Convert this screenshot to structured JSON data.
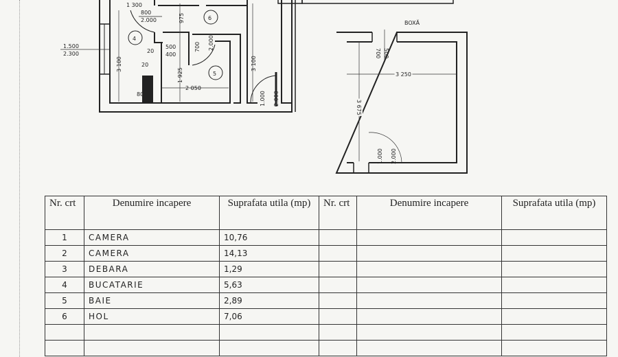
{
  "plan": {
    "dims": {
      "d1300": "1 300",
      "door_kitchen_w": "800",
      "door_kitchen_h": "2.000",
      "d975": "975",
      "window_w": "1.500",
      "window_h": "2.300",
      "d3100_left": "3 100",
      "d3100_right": "3 100",
      "vent_w": "500",
      "vent_h": "400",
      "d20a": "20",
      "d20b": "20",
      "d80": "80",
      "d1925": "1 925",
      "d2050": "2 050",
      "door_bath_w": "700",
      "door_bath_h": "2.000",
      "door_entry_w": "1.000",
      "door_entry_h": "2.000"
    },
    "room_numbers": [
      "4",
      "6",
      "5"
    ],
    "boxa": {
      "title": "BOXĂ",
      "width": "3 250",
      "length": "3 675",
      "window_w": "700",
      "window_h": "500",
      "door_w": "1.000",
      "door_h": "2.000"
    }
  },
  "table": {
    "headers": [
      "Nr. crt",
      "Denumire incapere",
      "Suprafata utila (mp)",
      "Nr. crt",
      "Denumire incapere",
      "Suprafata utila (mp)"
    ],
    "rows": [
      {
        "nr": "1",
        "name": "CAMERA",
        "area": "10,76"
      },
      {
        "nr": "2",
        "name": "CAMERA",
        "area": "14,13"
      },
      {
        "nr": "3",
        "name": "DEBARA",
        "area": "1,29"
      },
      {
        "nr": "4",
        "name": "BUCATARIE",
        "area": "5,63"
      },
      {
        "nr": "5",
        "name": "BAIE",
        "area": "2,89"
      },
      {
        "nr": "6",
        "name": "HOL",
        "area": "7,06"
      },
      {
        "nr": "",
        "name": "",
        "area": ""
      },
      {
        "nr": "",
        "name": "",
        "area": ""
      }
    ]
  }
}
